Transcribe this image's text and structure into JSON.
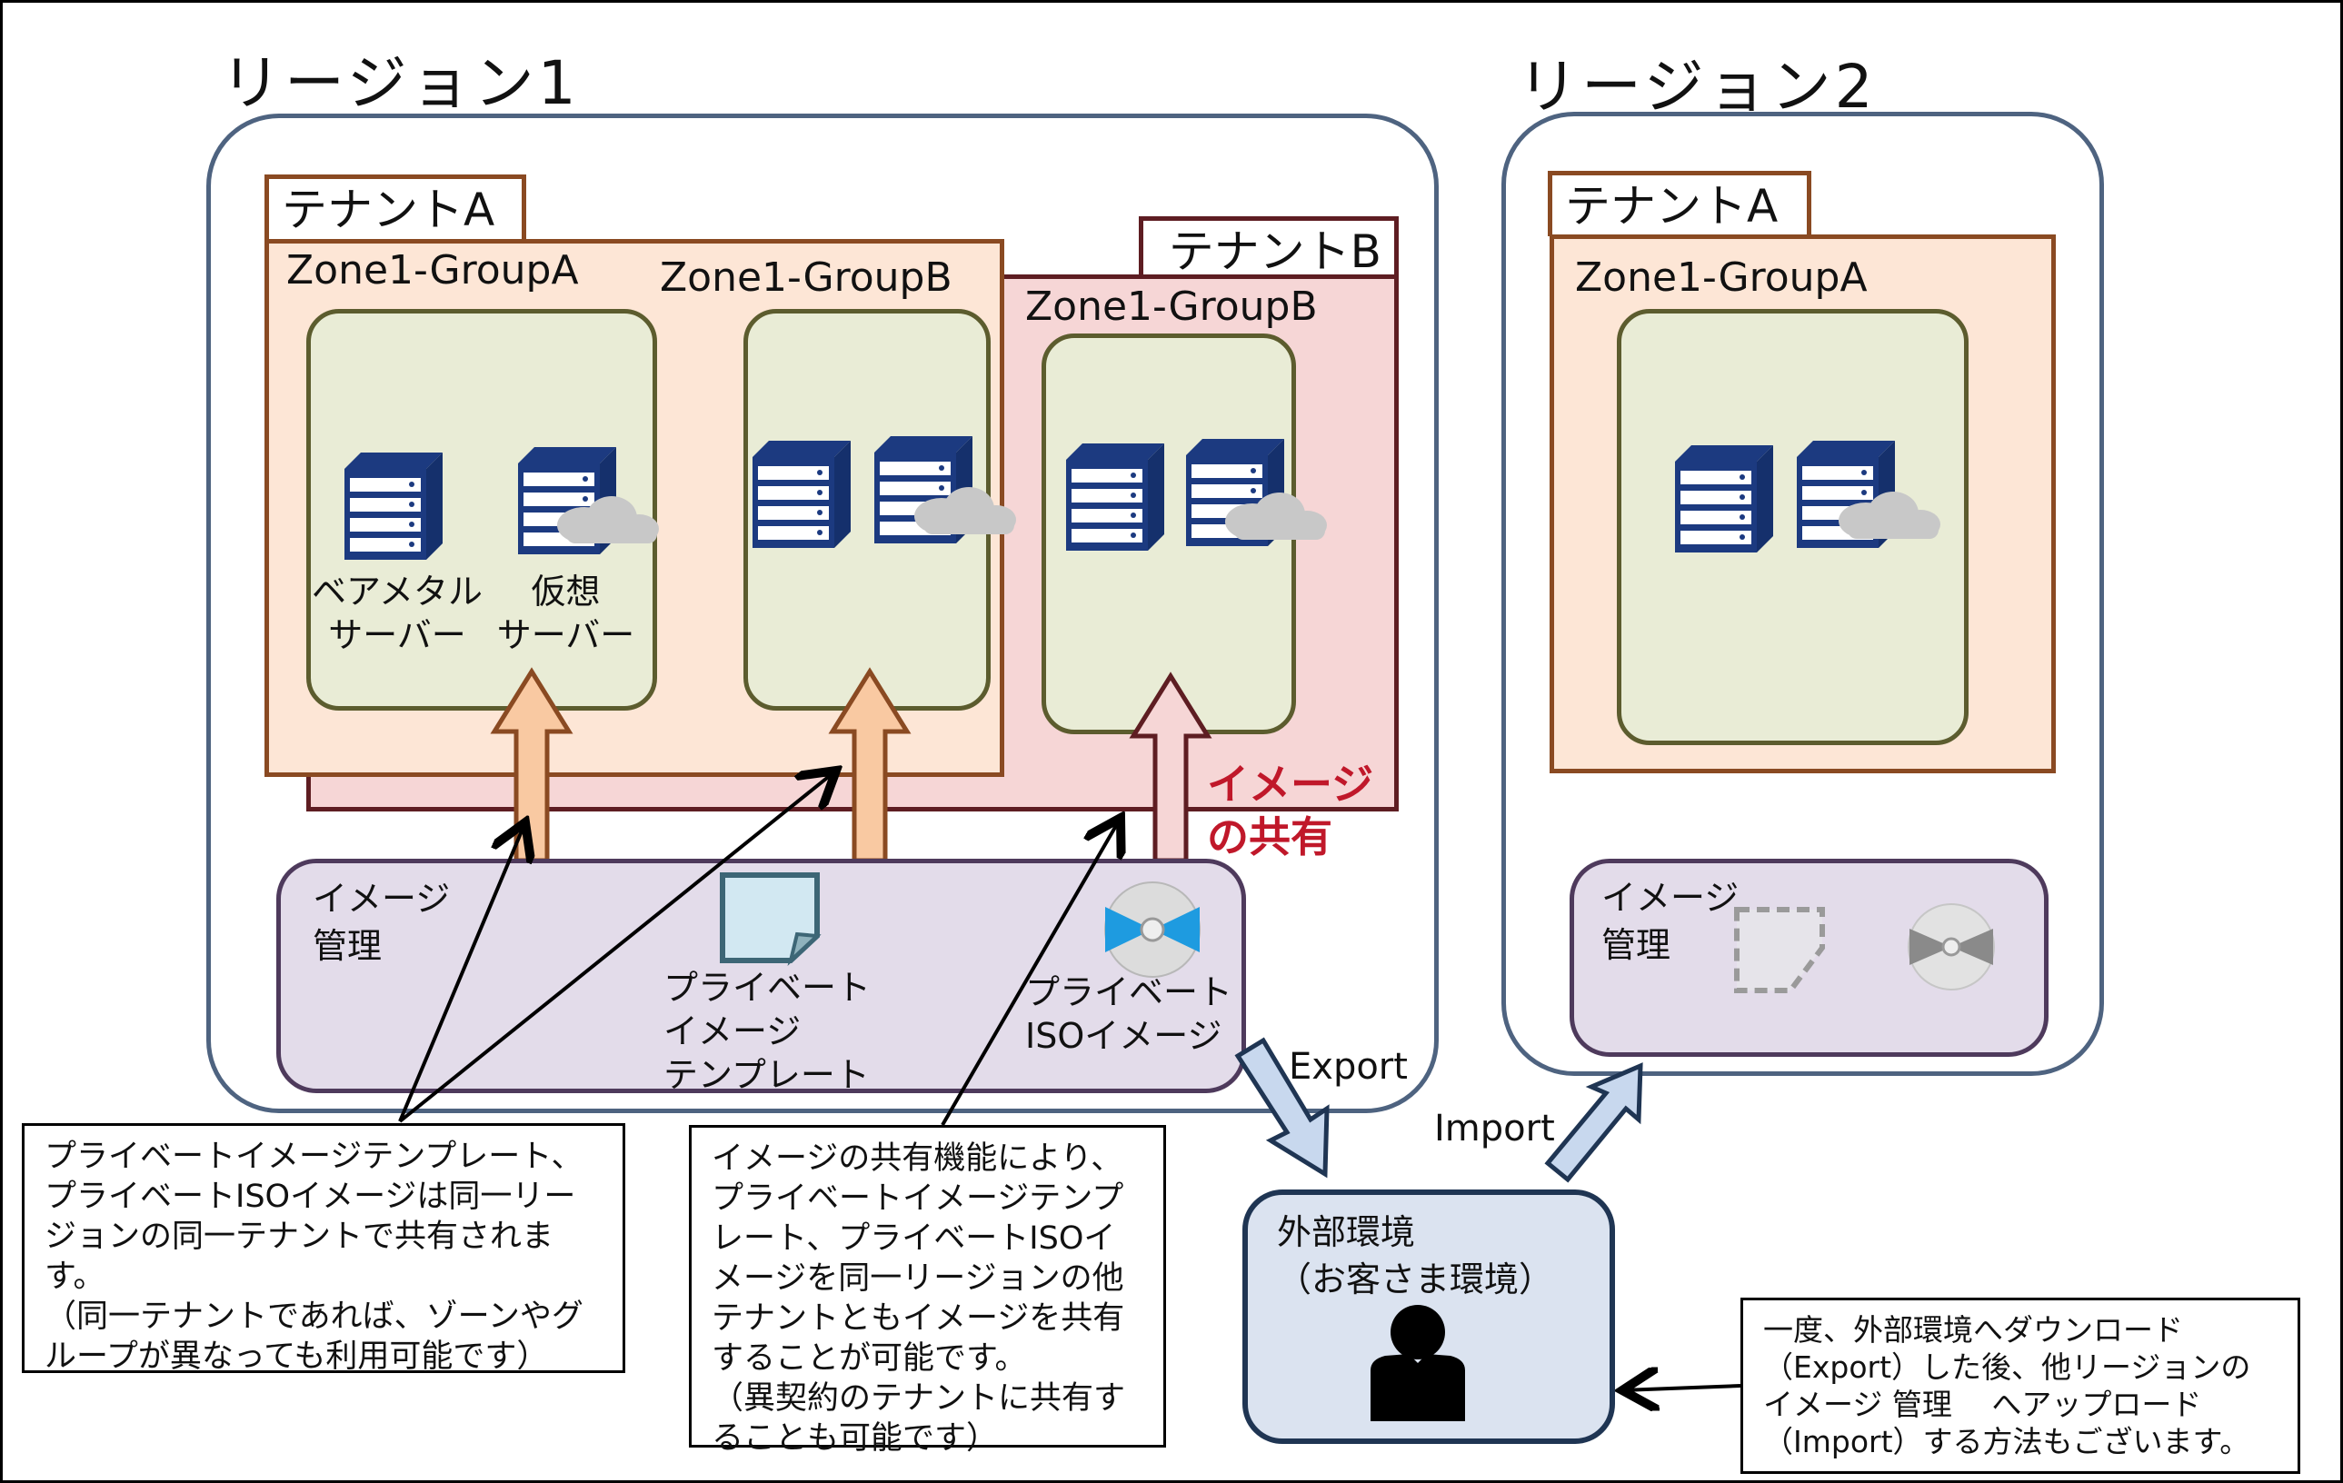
{
  "region1": {
    "title": "リージョン1",
    "tenant_a": {
      "tab": "テナントA",
      "zones": [
        {
          "label": "Zone1-GroupA",
          "servers": [
            "bare-metal",
            "virtual"
          ],
          "server_labels": [
            "ベアメタル\nサーバー",
            "仮想\nサーバー"
          ]
        },
        {
          "label": "Zone1-GroupB",
          "servers": [
            "bare-metal",
            "virtual"
          ]
        }
      ]
    },
    "tenant_b": {
      "tab": "テナントB",
      "zones": [
        {
          "label": "Zone1-GroupB",
          "servers": [
            "bare-metal",
            "virtual"
          ]
        }
      ]
    },
    "sharing_label_line1": "イメージ",
    "sharing_label_line2": "の共有",
    "image_management": {
      "label_line1": "イメージ",
      "label_line2": "管理",
      "template_label": [
        "プライベート",
        "イメージ",
        "テンプレート"
      ],
      "iso_label": [
        "プライベート",
        "ISOイメージ"
      ]
    }
  },
  "region2": {
    "title": "リージョン2",
    "tenant_a": {
      "tab": "テナントA",
      "zones": [
        {
          "label": "Zone1-GroupA",
          "servers": [
            "bare-metal",
            "virtual"
          ]
        }
      ]
    },
    "image_management": {
      "label_line1": "イメージ",
      "label_line2": "管理"
    }
  },
  "flows": {
    "export_label": "Export",
    "import_label": "Import"
  },
  "external": {
    "title_line1": "外部環境",
    "title_line2": "（お客さま環境）"
  },
  "notes": {
    "note1": [
      "プライベートイメージテンプレート、",
      "プライベートISOイメージは同一リー",
      "ジョンの同一テナントで共有されます。",
      "（同一テナントであれば、ゾーンやグ",
      "ループが異なっても利用可能です）"
    ],
    "note2": [
      "イメージの共有機能により、",
      "プライベートイメージテンプ",
      "レート、プライベートISOイ",
      "メージを同一リージョンの他",
      "テナントともイメージを共有",
      "することが可能です。",
      "（異契約のテナントに共有す",
      "ることも可能です）"
    ],
    "note3": [
      "一度、外部環境へダウンロード",
      "（Export）した後、他リージョンの",
      "イメージ 管理　 へアップロード",
      "（Import）する方法もございます。"
    ]
  },
  "colors": {
    "region_border": "#4e6380",
    "tenant_a_fill": "#fde6d6",
    "tenant_a_border": "#8a4a22",
    "tenant_b_fill": "#f6d6d6",
    "tenant_b_border": "#5e1d22",
    "group_fill": "#e9ecd6",
    "mgmt_fill": "#e3dcea",
    "server_blue": "#1c3a80",
    "sharing_red": "#c0182a",
    "external_fill": "#dbe3f0"
  }
}
